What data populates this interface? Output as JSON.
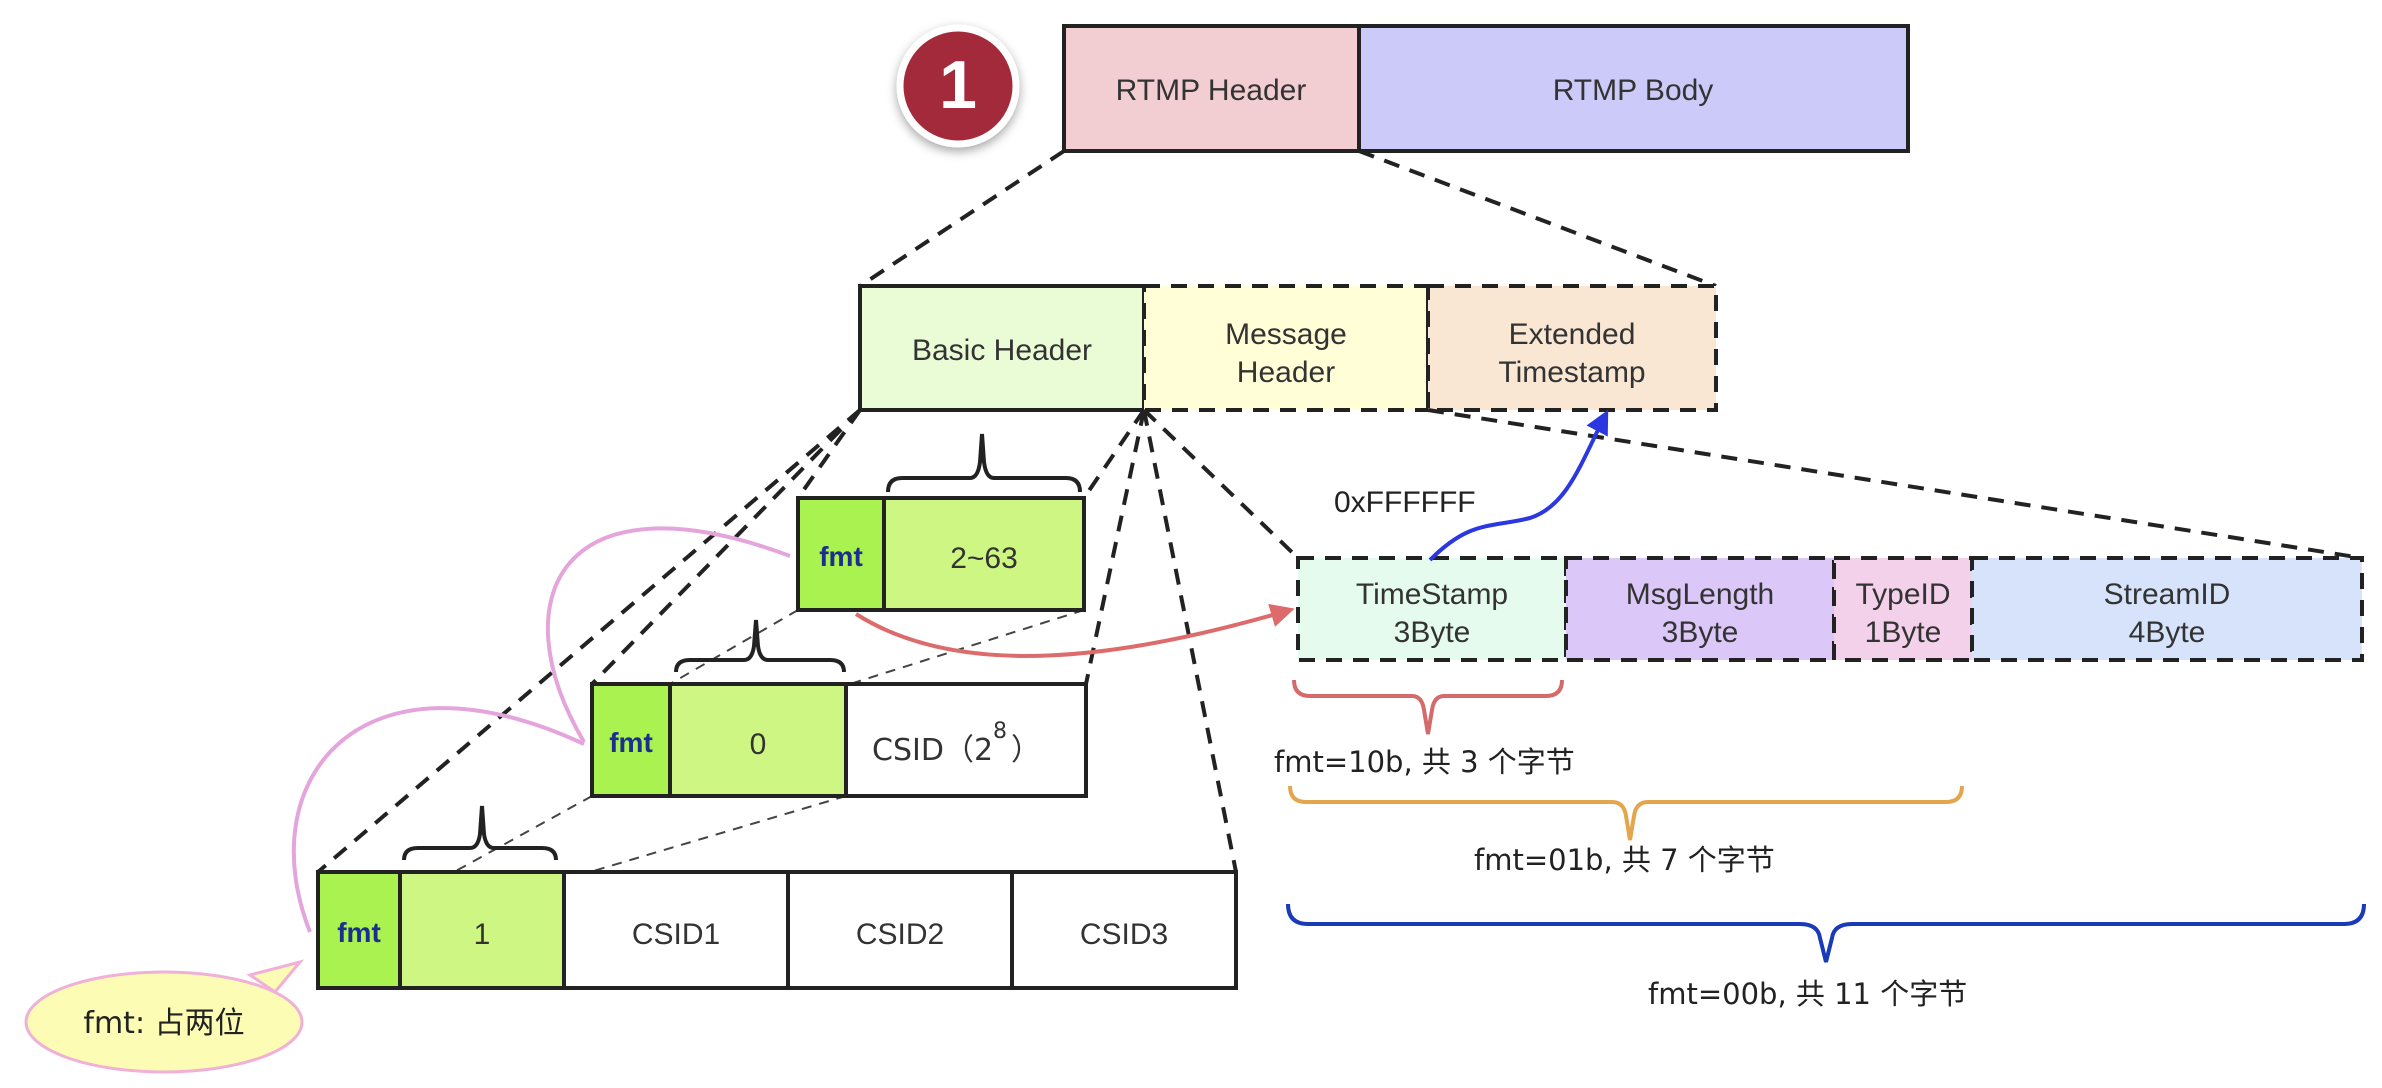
{
  "step_badge": "1",
  "rtmp": {
    "header": "RTMP Header",
    "body": "RTMP Body"
  },
  "chunk_header": {
    "basic": "Basic Header",
    "message_1": "Message",
    "message_2": "Header",
    "extended_1": "Extended",
    "extended_2": "Timestamp"
  },
  "basic_header_formats": {
    "one_byte": {
      "fmt": "fmt",
      "value": "2~63"
    },
    "two_byte": {
      "fmt": "fmt",
      "value": "0",
      "csid": "CSID（2",
      "csid_exp": "8",
      "csid_close": "）"
    },
    "three_byte": {
      "fmt": "fmt",
      "value": "1",
      "csid1": "CSID1",
      "csid2": "CSID2",
      "csid3": "CSID3"
    }
  },
  "message_header": {
    "timestamp_1": "TimeStamp",
    "timestamp_2": "3Byte",
    "msglength_1": "MsgLength",
    "msglength_2": "3Byte",
    "typeid_1": "TypeID",
    "typeid_2": "1Byte",
    "streamid_1": "StreamID",
    "streamid_2": "4Byte"
  },
  "extended_marker": "0xFFFFFF",
  "fmt_sizes": {
    "fmt10": "fmt=10b, 共 3 个字节",
    "fmt01": "fmt=01b, 共 7 个字节",
    "fmt00": "fmt=00b, 共 11 个字节"
  },
  "callout": "fmt: 占两位",
  "colors": {
    "rtmp_header": "#f2cdd2",
    "rtmp_body": "#cccaf8",
    "basic_header": "#eafcd6",
    "message_header": "#fffed6",
    "extended_timestamp": "#f9e7d4",
    "fmt_green": "#a9f24f",
    "value_green": "#cdf682",
    "timestamp": "#e5fbed",
    "msglength": "#dbc7f8",
    "typeid": "#f3d1ea",
    "streamid": "#d7e3fa",
    "badge": "#a32a3a",
    "callout": "#fcfcb4",
    "pink_arc": "#e4a4dc",
    "red_arrow": "#dd6b6b",
    "blue_arrow": "#2b37e0",
    "brace_red": "#d46a6a",
    "brace_orange": "#e3a64c",
    "brace_blue": "#1a3bb8",
    "fmt_text": "#1c2f8e"
  }
}
